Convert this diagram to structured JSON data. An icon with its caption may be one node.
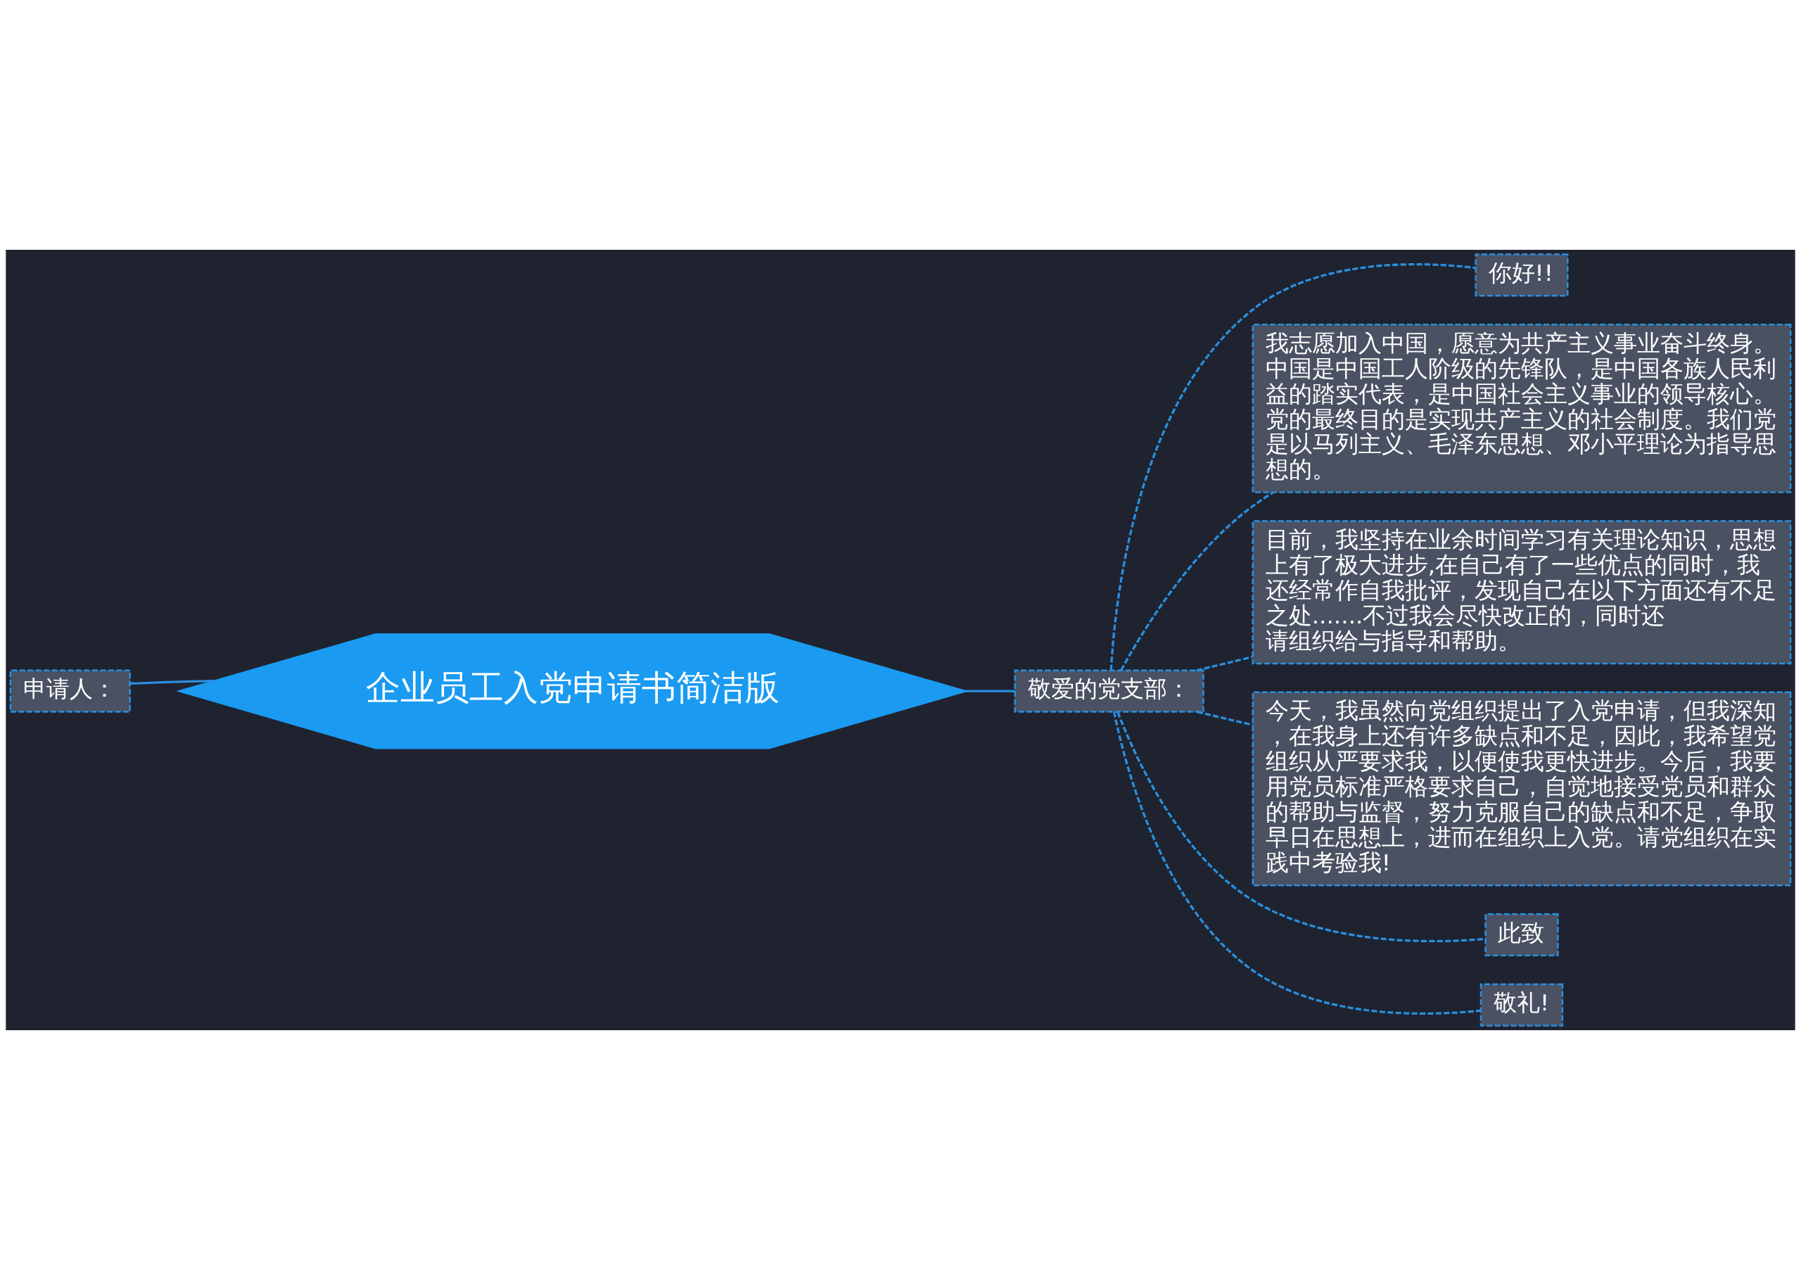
{
  "diagram": {
    "nodes": [
      {
        "text": [
          "企业员工入党申请书简洁版"
        ]
      },
      {
        "text": [
          "申请人："
        ]
      },
      {
        "text": [
          "敬爱的党支部："
        ]
      },
      {
        "text": [
          "你好!!"
        ]
      },
      {
        "text": [
          "我志愿加入中国，愿意为共产主义事业奋斗终身。中国是中国工人阶级的先锋队，是中国各族人民利益的踏实代表，是中国社会主义事业的领导核心。党的最终目的是实现共产主义的社会制度。我们党是以马列主义、毛泽东思想、邓小平理论为指导思想的。"
        ]
      },
      {
        "text": [
          "目前，我坚持在业余时间学习有关理论知识，思想上有了极大进步,在自己有了一些优点的同时，我还经常作自我批评，发现自己在以下方面还有不足之处.......不过我会尽快改正的，同时还请组织给与指导和帮助。"
        ]
      },
      {
        "text": [
          "今天，我虽然向党组织提出了入党申请，但我深知，在我身上还有许多缺点和不足，因此，我希望党组织从严要求我，以便使我更快进步。今后，我要用党员标准严格要求自己，自觉地接受党员和群众的帮助与监督，努力克服自己的缺点和不足，争取早日在思想上，进而在组织上入党。请党组织在实践中考验我!"
        ]
      },
      {
        "text": [
          "此致"
        ]
      },
      {
        "text": [
          "敬礼!"
        ]
      }
    ],
    "edges": [
      {
        "from": 0,
        "to": 1,
        "arrow": "none"
      },
      {
        "from": 0,
        "to": 2,
        "arrow": "none"
      },
      {
        "from": 2,
        "to": 3,
        "arrow": "none",
        "style": "dashed"
      },
      {
        "from": 2,
        "to": 4,
        "arrow": "none",
        "style": "dashed"
      },
      {
        "from": 2,
        "to": 5,
        "arrow": "none",
        "style": "dashed"
      },
      {
        "from": 2,
        "to": 6,
        "arrow": "none",
        "style": "dashed"
      },
      {
        "from": 2,
        "to": 7,
        "arrow": "none",
        "style": "dashed"
      },
      {
        "from": 2,
        "to": 8,
        "arrow": "none",
        "style": "dashed"
      }
    ]
  }
}
